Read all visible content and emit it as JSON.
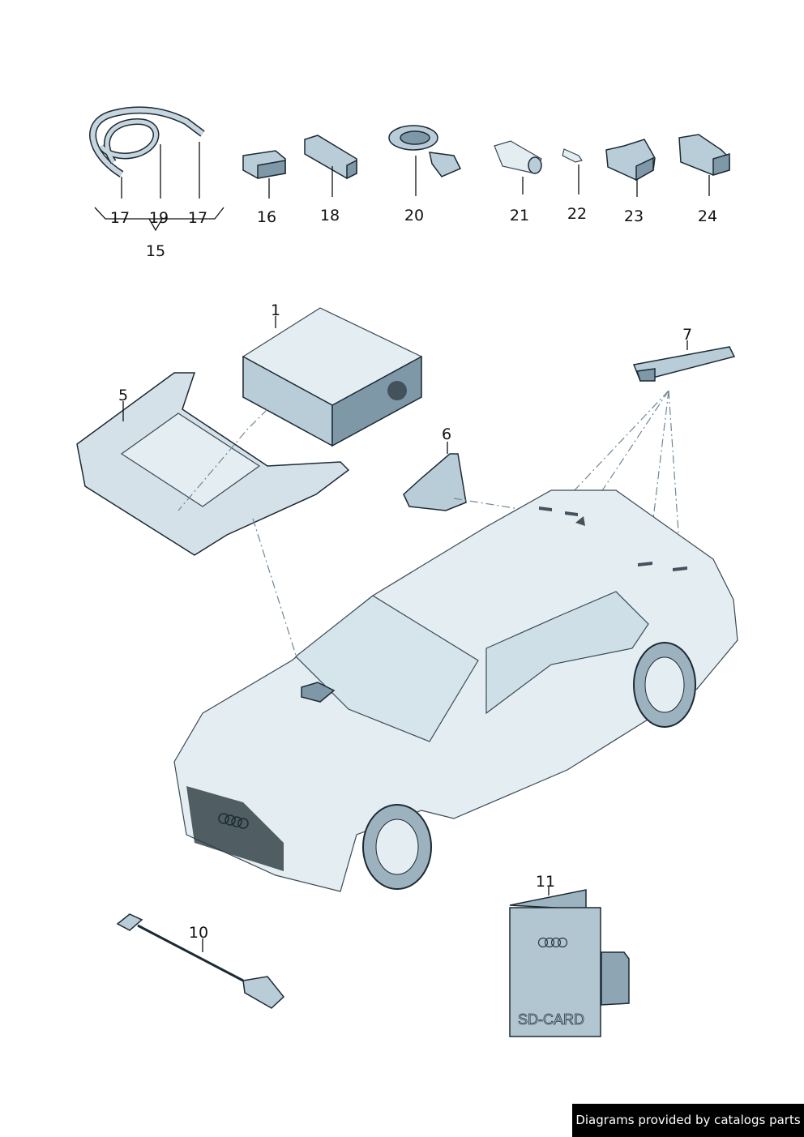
{
  "diagram": {
    "labels": {
      "p17a": "17",
      "p19": "19",
      "p17b": "17",
      "p15": "15",
      "p16": "16",
      "p18": "18",
      "p20": "20",
      "p21": "21",
      "p22": "22",
      "p23": "23",
      "p24": "24",
      "p1": "1",
      "p5": "5",
      "p6": "6",
      "p7": "7",
      "p10": "10",
      "p11": "11"
    },
    "sd_card_text": "SD-CARD",
    "colors": {
      "part": "#b9cdd8",
      "outline": "#1c2a33",
      "leader": "#6f8796"
    }
  },
  "footer": {
    "credit": "Diagrams provided by catalogs parts"
  }
}
